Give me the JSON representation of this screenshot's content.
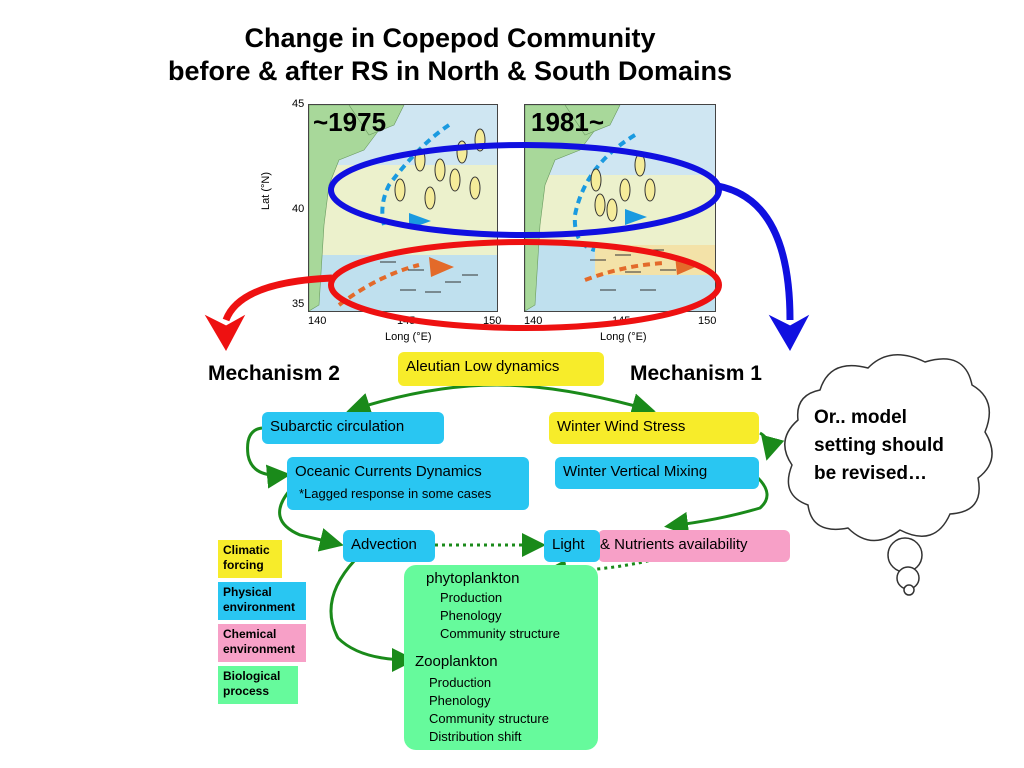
{
  "title": {
    "line1": "Change in Copepod Community",
    "line2": "before & after RS in North & South Domains"
  },
  "maps": {
    "left_label": "~1975",
    "right_label": "1981~",
    "lat_axis_label": "Lat (°N)",
    "long_axis_label": "Long (°E)",
    "lat_ticks": [
      "45",
      "40",
      "35"
    ],
    "long_ticks": [
      "140",
      "145",
      "150"
    ]
  },
  "mechanisms": {
    "left": "Mechanism 2",
    "right": "Mechanism 1"
  },
  "boxes": {
    "aleutian": "Aleutian Low dynamics",
    "subarctic": "Subarctic circulation",
    "winter_wind": "Winter Wind Stress",
    "oceanic_title": "Oceanic Currents Dynamics",
    "oceanic_note": "*Lagged response in some cases",
    "winter_mixing": "Winter Vertical Mixing",
    "advection": "Advection",
    "light": "Light",
    "nutrients": "& Nutrients availability"
  },
  "bio": {
    "phyto_title": "phytoplankton",
    "phyto_items": [
      "Production",
      "Phenology",
      "Community structure"
    ],
    "zoo_title": "Zooplankton",
    "zoo_items": [
      "Production",
      "Phenology",
      "Community structure",
      "Distribution shift"
    ]
  },
  "legend": {
    "climatic": "Climatic forcing",
    "physical": "Physical environment",
    "chemical": "Chemical environment",
    "biological": "Biological process"
  },
  "cloud": {
    "text": "Or.. model setting should be revised…"
  },
  "colors": {
    "yellow": "#f7ec2a",
    "cyan": "#29c6f2",
    "pink": "#f7a0c7",
    "green": "#66fa9c",
    "blue_ring": "#1010e0",
    "red_ring": "#ee1111",
    "arrow_green": "#1a8a1a"
  }
}
